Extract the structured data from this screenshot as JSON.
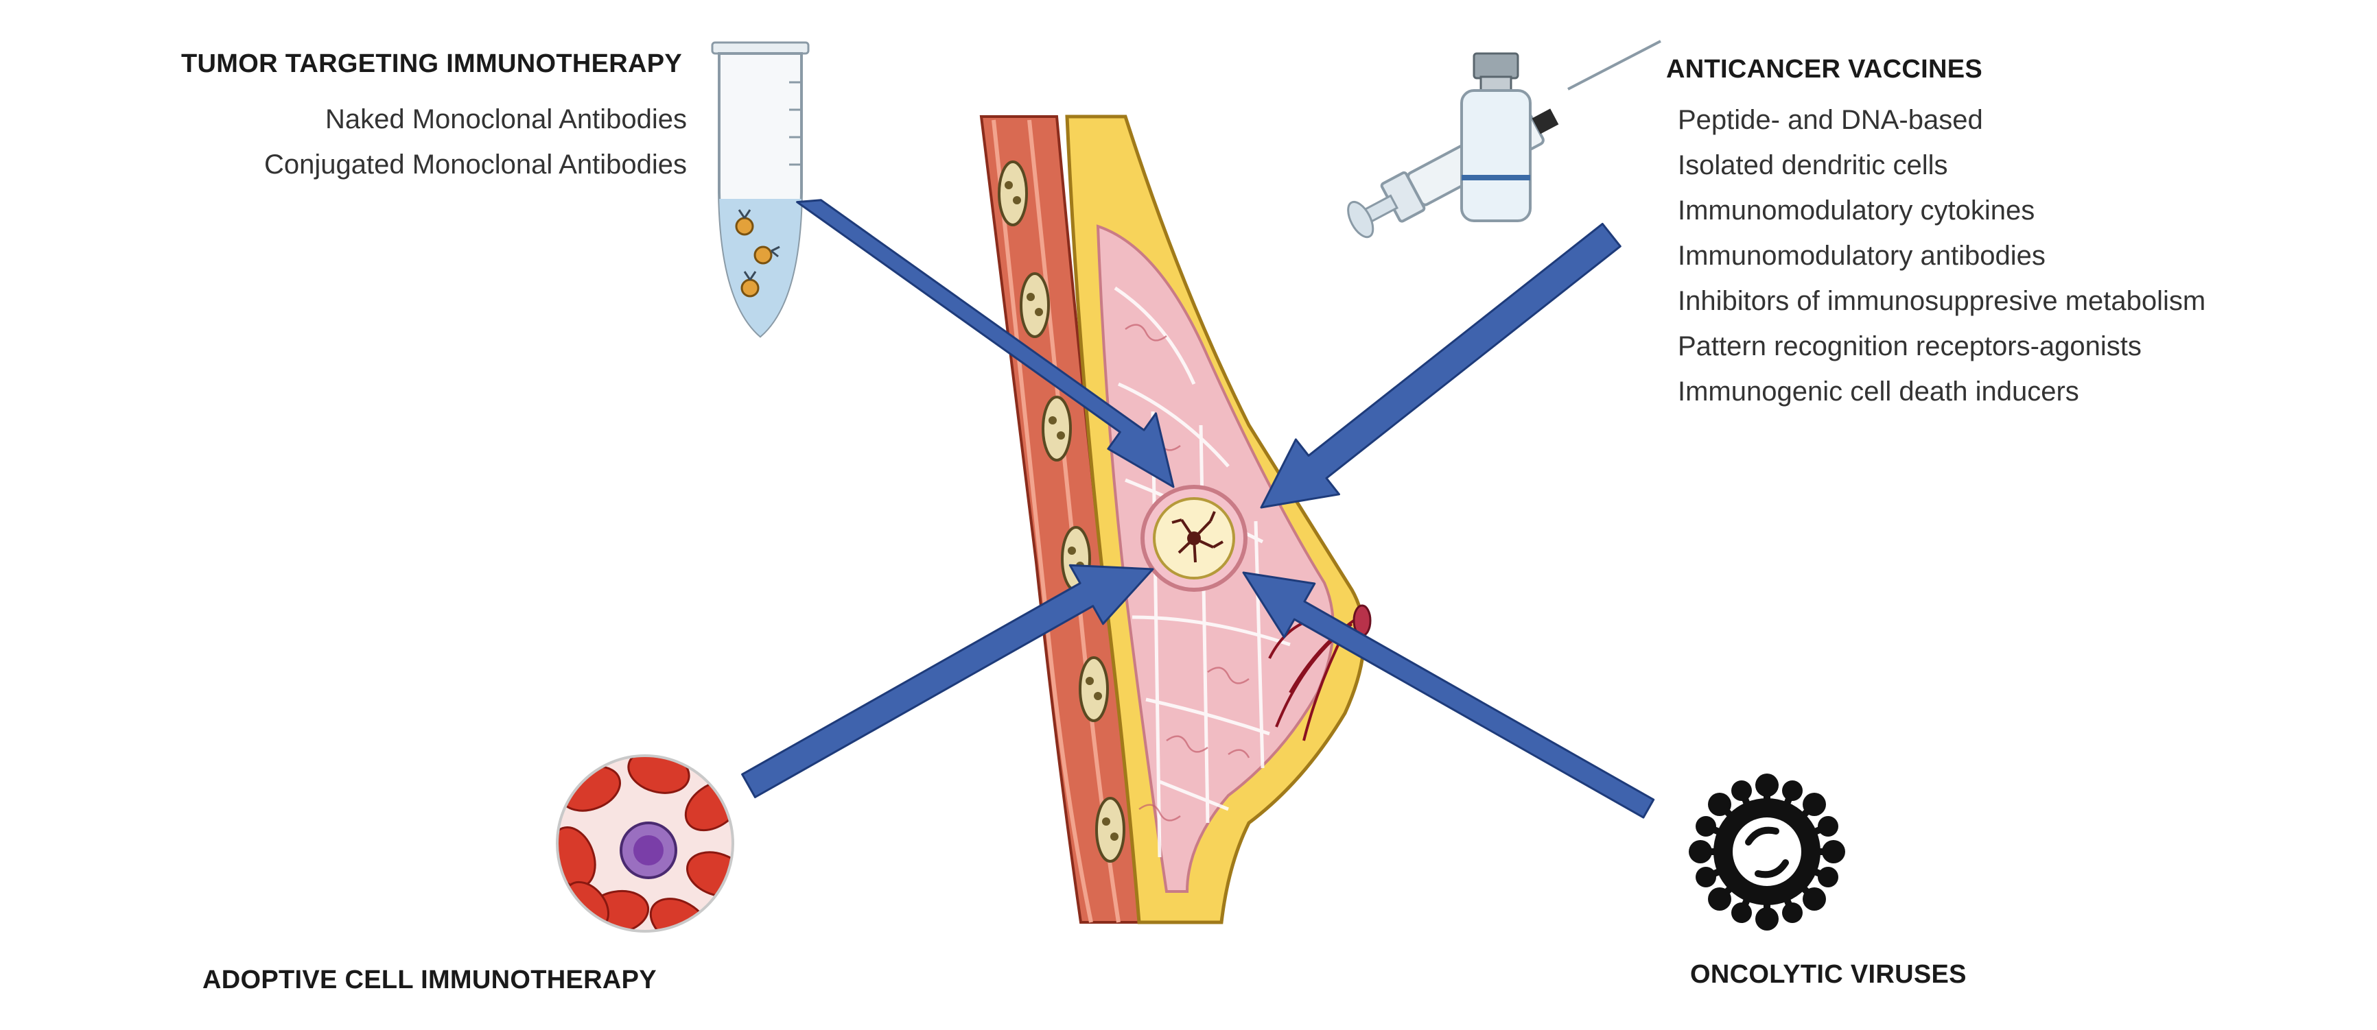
{
  "tumor_targeting": {
    "title": "TUMOR TARGETING IMMUNOTHERAPY",
    "items": [
      "Naked Monoclonal Antibodies",
      "Conjugated Monoclonal Antibodies"
    ]
  },
  "anticancer_vaccines": {
    "title": "ANTICANCER VACCINES",
    "items": [
      "Peptide- and DNA-based",
      "Isolated dendritic cells",
      "Immunomodulatory cytokines",
      "Immunomodulatory antibodies",
      "Inhibitors of immunosuppresive metabolism",
      "Pattern recognition receptors-agonists",
      "Immunogenic cell death inducers"
    ]
  },
  "adoptive_cell": {
    "title": "ADOPTIVE CELL IMMUNOTHERAPY"
  },
  "oncolytic_viruses": {
    "title": "ONCOLYTIC VIRUSES"
  },
  "colors": {
    "arrow": "#3f63ad",
    "arrow_edge": "#1e3b7a",
    "tissue_pink": "#f1bcc3",
    "fat_yellow": "#f7d35a",
    "muscle_red": "#c8553d",
    "tumor_cream": "#fbf0c8",
    "red_cell": "#d83a2a",
    "virus": "#111111"
  }
}
